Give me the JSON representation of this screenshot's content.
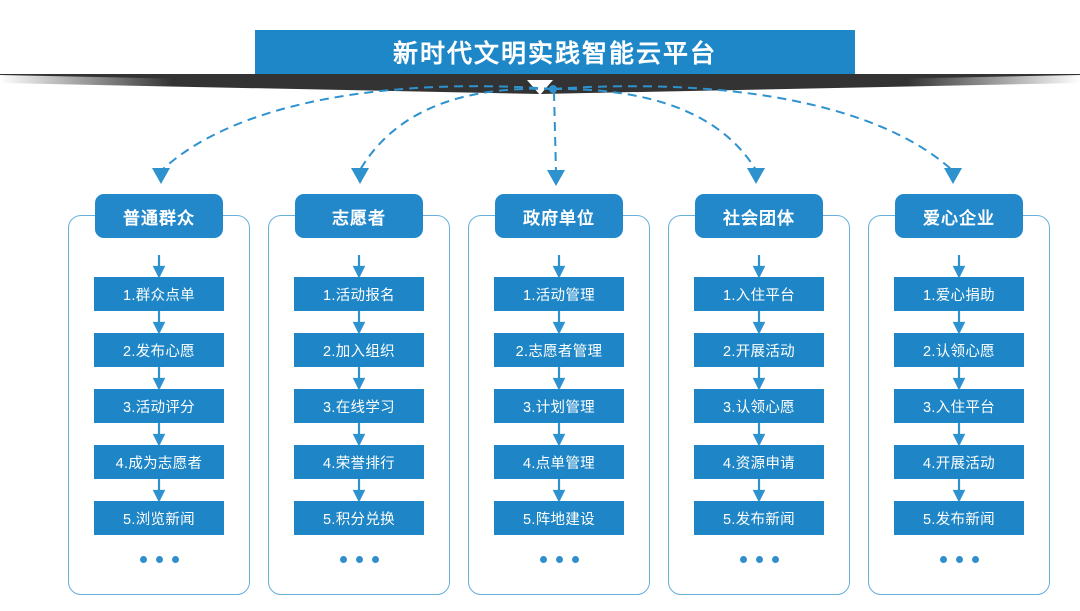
{
  "banner": {
    "title": "新时代文明实践智能云平台",
    "bar_color": "#1e87c8",
    "ribbon_color": "#333333"
  },
  "colors": {
    "header_blue": "#2288ca",
    "item_blue": "#1e86c6",
    "outline_blue": "#67b0dc",
    "connector_blue": "#2e92cf",
    "text_white": "#ffffff"
  },
  "ellipsis_label": "...",
  "columns": [
    {
      "header": "普通群众",
      "items": [
        "1.群众点单",
        "2.发布心愿",
        "3.活动评分",
        "4.成为志愿者",
        "5.浏览新闻"
      ]
    },
    {
      "header": "志愿者",
      "items": [
        "1.活动报名",
        "2.加入组织",
        "3.在线学习",
        "4.荣誉排行",
        "5.积分兑换"
      ]
    },
    {
      "header": "政府单位",
      "items": [
        "1.活动管理",
        "2.志愿者管理",
        "3.计划管理",
        "4.点单管理",
        "5.阵地建设"
      ]
    },
    {
      "header": "社会团体",
      "items": [
        "1.入住平台",
        "2.开展活动",
        "3.认领心愿",
        "4.资源申请",
        "5.发布新闻"
      ]
    },
    {
      "header": "爱心企业",
      "items": [
        "1.爱心捐助",
        "2.认领心愿",
        "3.入住平台",
        "4.开展活动",
        "5.发布新闻"
      ]
    }
  ]
}
